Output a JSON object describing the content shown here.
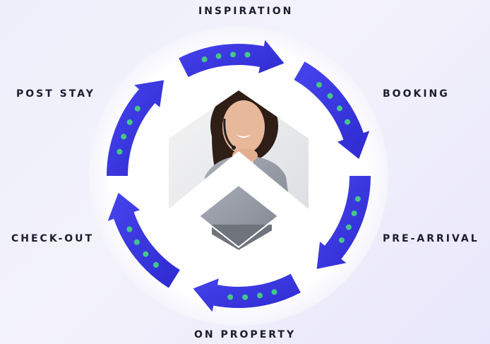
{
  "stages": [
    "INSPIRATION",
    "BOOKING",
    "PRE-ARRIVAL",
    "ON PROPERTY",
    "CHECK-OUT",
    "POST STAY"
  ],
  "colors": {
    "arrow": "#3e3be6",
    "arrow_dark": "#2b26c9",
    "dot": "#43c88a",
    "ring": "#ffffff"
  },
  "center_image": "woman with headset smiling at laptop, inside hexagon-shaped logo"
}
